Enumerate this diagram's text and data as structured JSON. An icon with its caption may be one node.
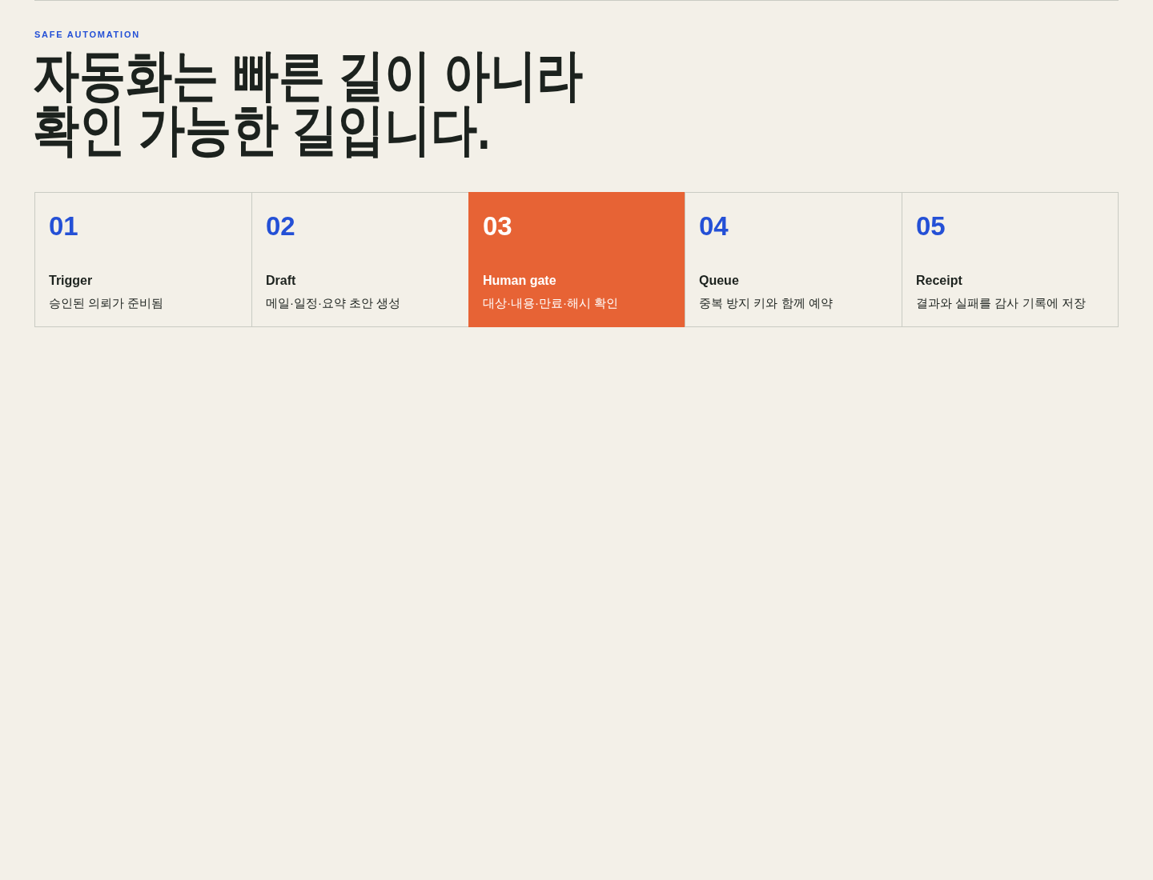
{
  "diagram": {
    "title": "자동화는 빠른 길이 아니라 확인 가능한 길입니다.",
    "nodes": [
      {
        "text": [
          "01",
          "Trigger",
          "승인된 의뢰가 준비됨"
        ]
      },
      {
        "text": [
          "02",
          "Draft",
          "메일·일정·요약 초안 생성"
        ]
      },
      {
        "text": [
          "03",
          "Human gate",
          "대상·내용·만료·해시 확인"
        ]
      },
      {
        "text": [
          "04",
          "Queue",
          "중복 방지 키와 함께 예약"
        ]
      },
      {
        "text": [
          "05",
          "Receipt",
          "결과와 실패를 감사 기록에 저장"
        ]
      }
    ],
    "labels": [
      "SAFE AUTOMATION"
    ]
  }
}
